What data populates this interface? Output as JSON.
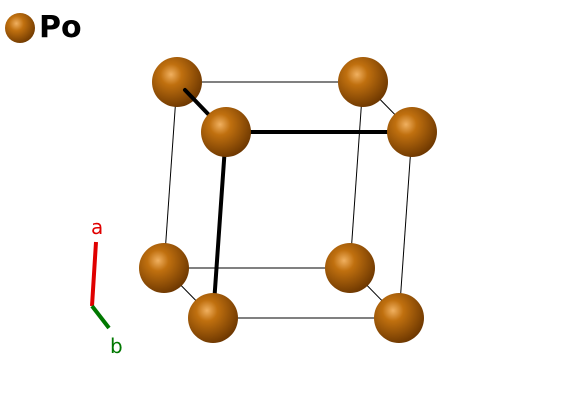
{
  "legend": {
    "element": "Po",
    "atom_color": "#b8630a"
  },
  "axes": {
    "a": {
      "label": "a",
      "color": "#e00000"
    },
    "b": {
      "label": "b",
      "color": "#007800"
    }
  },
  "structure": {
    "lattice": "simple cubic",
    "atoms": 8,
    "atom_color": "#b8630a",
    "bond_color": "#000000"
  }
}
